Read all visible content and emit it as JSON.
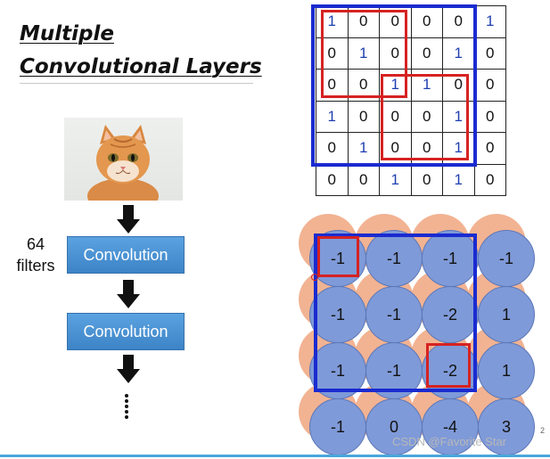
{
  "title": [
    "Multiple",
    "Convolutional Layers"
  ],
  "filters_label": [
    "64",
    "filters"
  ],
  "conv_labels": [
    "Convolution",
    "Convolution"
  ],
  "dots": "⋮",
  "matrix": [
    [
      "1",
      "0",
      "0",
      "0",
      "0",
      "1"
    ],
    [
      "0",
      "1",
      "0",
      "0",
      "1",
      "0"
    ],
    [
      "0",
      "0",
      "1",
      "1",
      "0",
      "0"
    ],
    [
      "1",
      "0",
      "0",
      "0",
      "1",
      "0"
    ],
    [
      "0",
      "1",
      "0",
      "0",
      "1",
      "0"
    ],
    [
      "0",
      "0",
      "1",
      "0",
      "1",
      "0"
    ]
  ],
  "matrix_blue_cells": [
    [
      0,
      0
    ],
    [
      0,
      5
    ],
    [
      1,
      1
    ],
    [
      1,
      4
    ],
    [
      2,
      2
    ],
    [
      2,
      3
    ],
    [
      3,
      0
    ],
    [
      3,
      4
    ],
    [
      4,
      1
    ],
    [
      4,
      4
    ],
    [
      5,
      2
    ],
    [
      5,
      4
    ]
  ],
  "feature_map": [
    [
      "-1",
      "-1",
      "-1",
      "-1"
    ],
    [
      "-1",
      "-1",
      "-2",
      "1"
    ],
    [
      "-1",
      "-1",
      "-2",
      "1"
    ],
    [
      "-1",
      "0",
      "-4",
      "3"
    ]
  ],
  "watermark": "CSDN @Favorite Star",
  "page_number": "2",
  "colors": {
    "frame_blue": "#1a2bd0",
    "frame_red": "#d62222",
    "conv_box": "#4a90d4",
    "disc": "#7f9ad8",
    "ring": "#f1ab86"
  }
}
